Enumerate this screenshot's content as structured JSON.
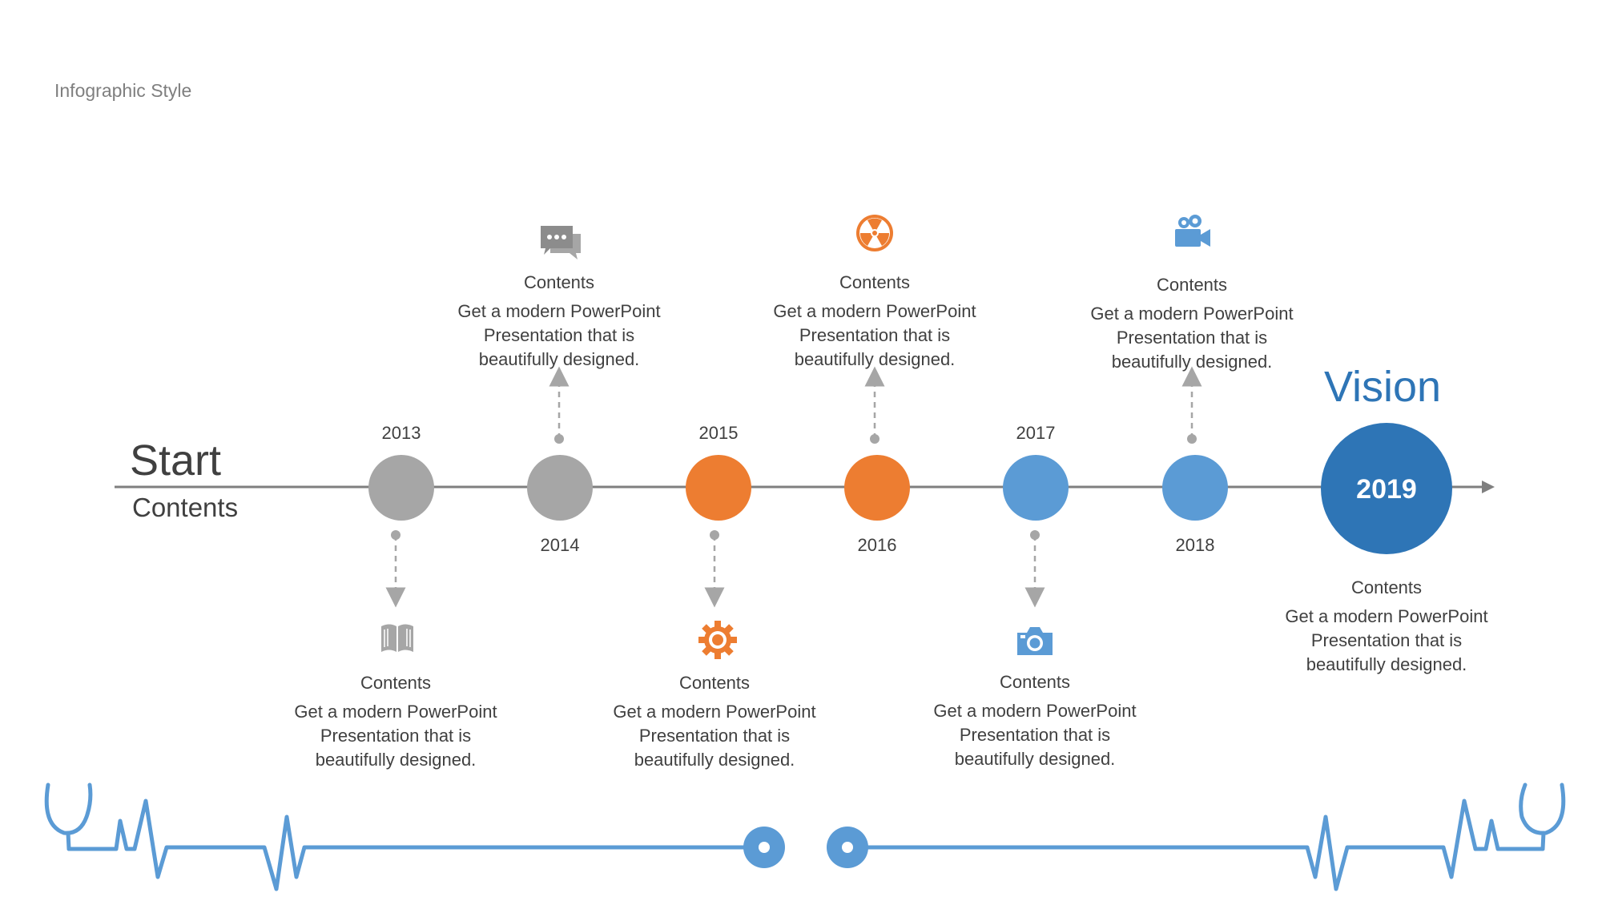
{
  "slide": {
    "title": "Infographic Style"
  },
  "start": {
    "title": "Start",
    "subtitle": "Contents"
  },
  "vision": {
    "title": "Vision",
    "year": "2019"
  },
  "colors": {
    "gray": "#a6a6a6",
    "orange": "#ed7d31",
    "blue": "#5b9bd5",
    "dark_blue": "#2e75b6",
    "text": "#404040"
  },
  "milestones": [
    {
      "year": "2013",
      "color": "gray"
    },
    {
      "year": "2014",
      "color": "gray"
    },
    {
      "year": "2015",
      "color": "orange"
    },
    {
      "year": "2016",
      "color": "orange"
    },
    {
      "year": "2017",
      "color": "blue"
    },
    {
      "year": "2018",
      "color": "blue"
    }
  ],
  "cards": [
    {
      "icon": "book-icon",
      "title": "Contents",
      "body": "Get a modern PowerPoint\nPresentation that is\nbeautifully designed."
    },
    {
      "icon": "chat-icon",
      "title": "Contents",
      "body": "Get a modern PowerPoint\nPresentation that is\nbeautifully designed."
    },
    {
      "icon": "gear-icon",
      "title": "Contents",
      "body": "Get a modern PowerPoint\nPresentation that is\nbeautifully designed."
    },
    {
      "icon": "radiation-icon",
      "title": "Contents",
      "body": "Get a modern PowerPoint\nPresentation that is\nbeautifully designed."
    },
    {
      "icon": "camera-icon",
      "title": "Contents",
      "body": "Get a modern PowerPoint\nPresentation that is\nbeautifully designed."
    },
    {
      "icon": "video-camera-icon",
      "title": "Contents",
      "body": "Get a modern PowerPoint\nPresentation that is\nbeautifully designed."
    },
    {
      "icon": "",
      "title": "Contents",
      "body": "Get a modern PowerPoint\nPresentation that is\nbeautifully designed."
    }
  ]
}
